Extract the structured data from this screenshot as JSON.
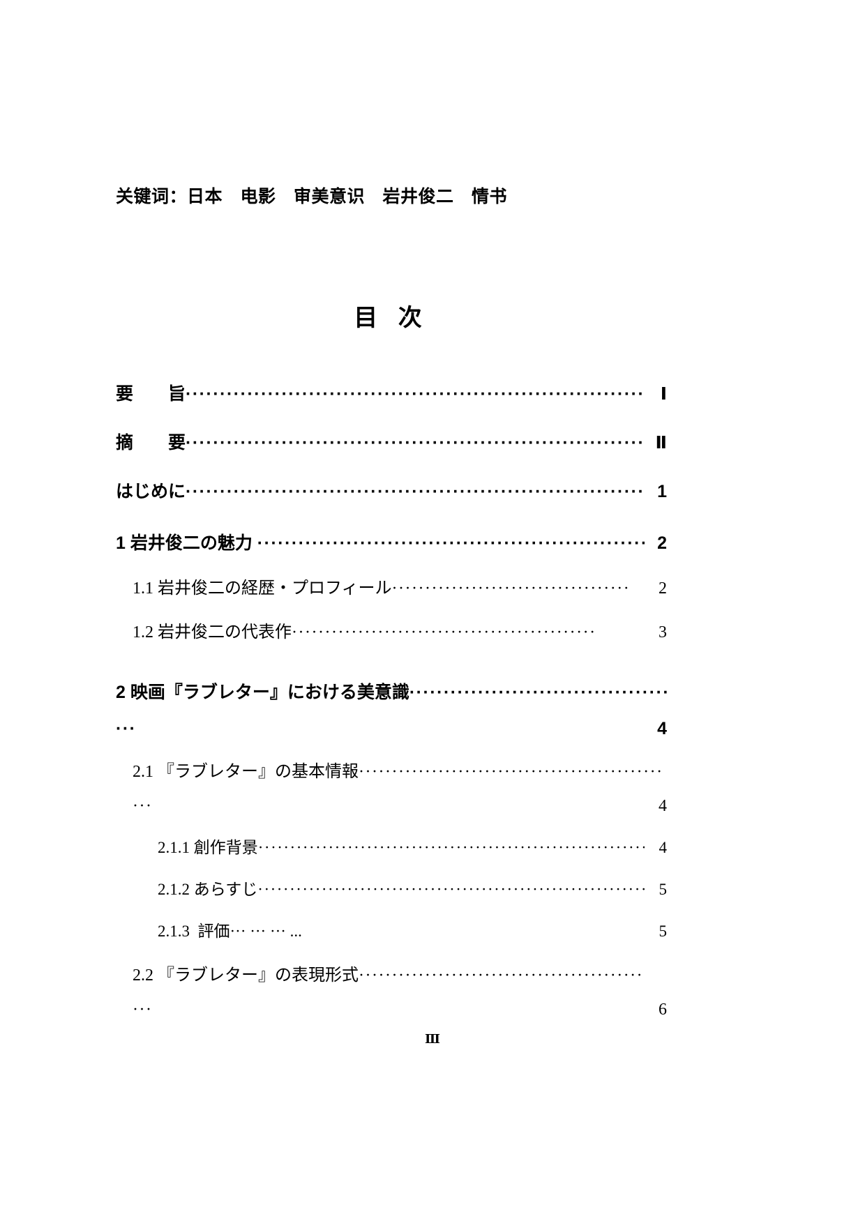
{
  "keywords": {
    "label": "关键词：",
    "items": [
      "日本",
      "电影",
      "审美意识",
      "岩井俊二",
      "情书"
    ],
    "full_line": "关键词：日本　电影　审美意识　岩井俊二　情书"
  },
  "title": "目 次",
  "toc": {
    "entries": [
      {
        "label": "要　　旨",
        "level": "front",
        "indent": 0,
        "page": "Ⅰ",
        "dots": "·····················································································",
        "wrapped": false,
        "continuation_dots": ""
      },
      {
        "label": "摘　　要",
        "level": "front",
        "indent": 0,
        "page": "Ⅱ",
        "dots": "·····················································································",
        "wrapped": false,
        "continuation_dots": ""
      },
      {
        "label": "はじめに",
        "level": "front",
        "indent": 0,
        "page": "1",
        "dots": "······················································································",
        "wrapped": false,
        "continuation_dots": ""
      },
      {
        "label": "1 岩井俊二の魅力 ",
        "level": "1",
        "indent": 0,
        "page": "2",
        "dots": "··································································",
        "wrapped": false,
        "continuation_dots": ""
      },
      {
        "label": "1.1 岩井俊二の経歴・プロフィール",
        "level": "2",
        "indent": 1,
        "page": "2",
        "dots": "····································",
        "wrapped": false,
        "continuation_dots": ""
      },
      {
        "label": "1.2 岩井俊二の代表作",
        "level": "2",
        "indent": 1,
        "page": "3",
        "dots": "··············································",
        "wrapped": false,
        "continuation_dots": ""
      },
      {
        "label": "2 映画『ラブレター』における美意識",
        "level": "1",
        "indent": 0,
        "page": "4",
        "dots": "·······································",
        "wrapped": true,
        "continuation_dots": "···"
      },
      {
        "label": "2.1 『ラブレター』の基本情報",
        "level": "2",
        "indent": 1,
        "page": "4",
        "dots": "··············································",
        "wrapped": true,
        "continuation_dots": "···"
      },
      {
        "label": "2.1.1 創作背景",
        "level": "3",
        "indent": 2,
        "page": "4",
        "dots": "·····························································",
        "wrapped": false,
        "continuation_dots": ""
      },
      {
        "label": "2.1.2 あらすじ",
        "level": "3",
        "indent": 2,
        "page": "5",
        "dots": "·····························································",
        "wrapped": false,
        "continuation_dots": ""
      },
      {
        "label": "2.1.3  評価··· ··· ··· ...",
        "level": "3",
        "indent": 2,
        "page": "5",
        "dots": "",
        "wrapped": false,
        "continuation_dots": ""
      },
      {
        "label": "2.2 『ラブレター』の表現形式",
        "level": "2",
        "indent": 1,
        "page": "6",
        "dots": "···········································",
        "wrapped": true,
        "continuation_dots": "···"
      }
    ]
  },
  "footer": {
    "page_number": "Ⅲ"
  }
}
